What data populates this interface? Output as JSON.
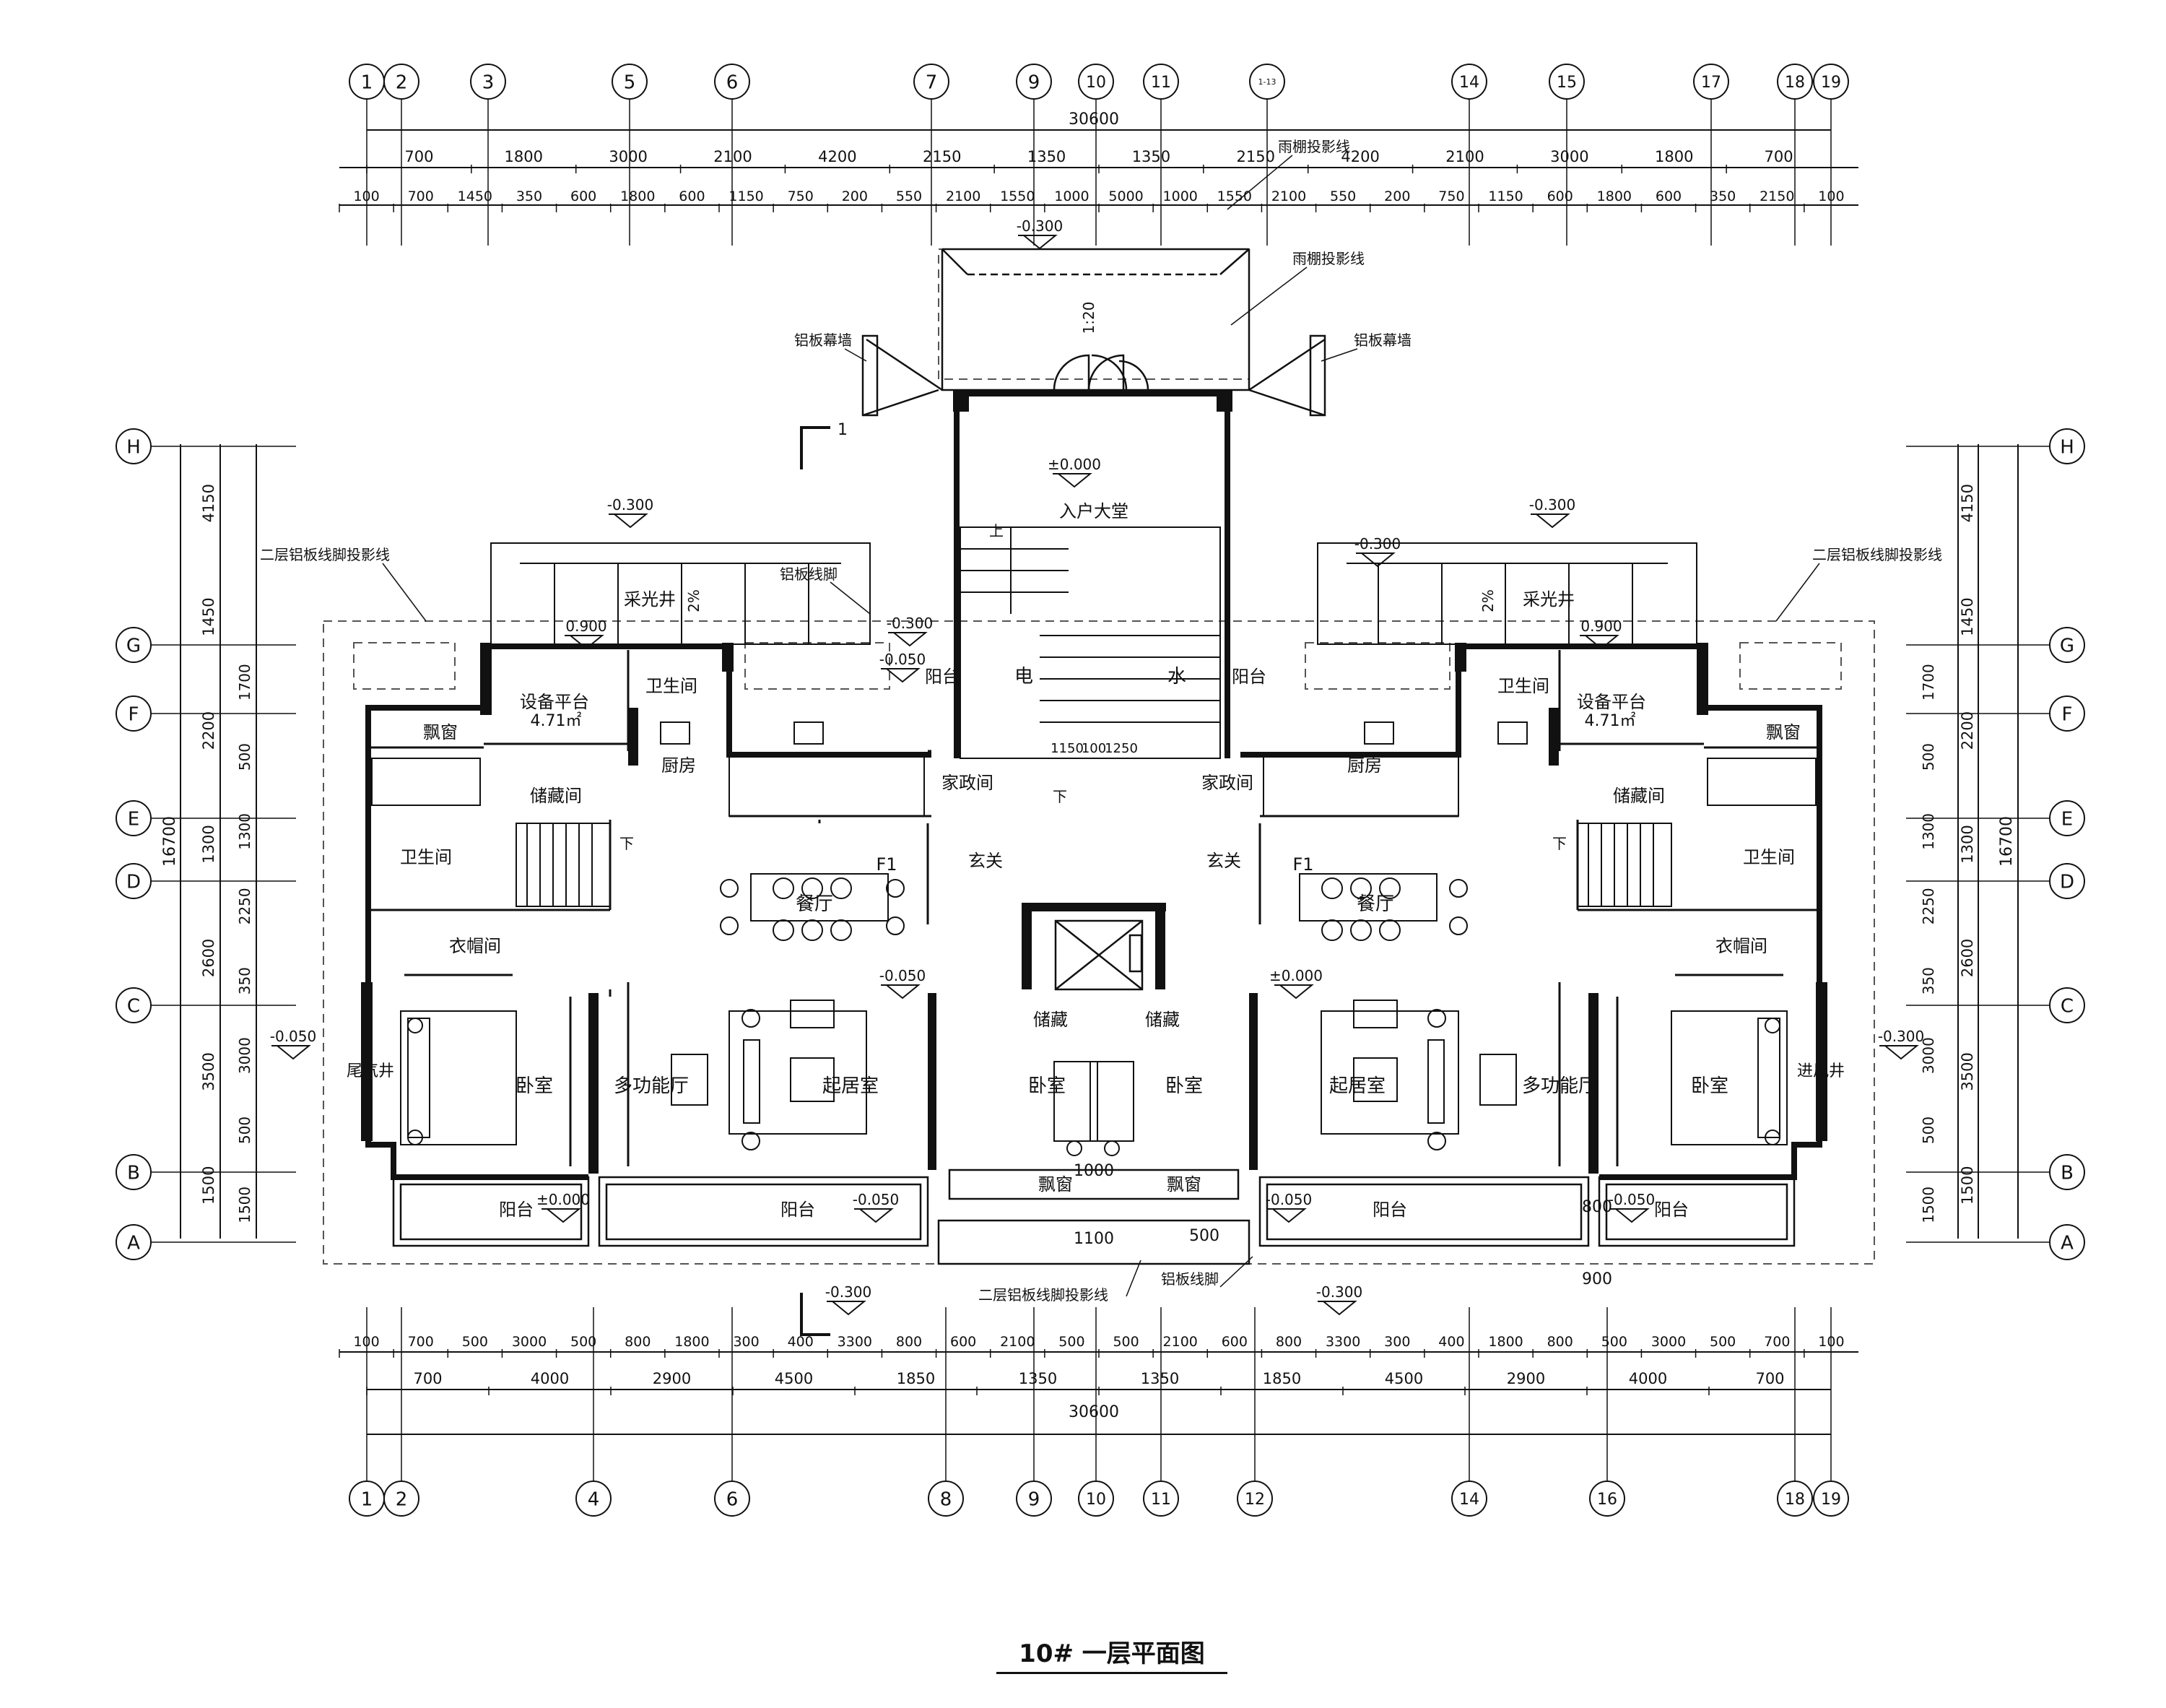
{
  "drawing_title": "10# 一层平面图",
  "top_axes": [
    "1",
    "2",
    "3",
    "5",
    "6",
    "7",
    "9",
    "10",
    "11",
    "1-13",
    "14",
    "15",
    "17",
    "18",
    "19"
  ],
  "bottom_axes": [
    "1",
    "2",
    "4",
    "6",
    "8",
    "9",
    "10",
    "11",
    "12",
    "14",
    "16",
    "18",
    "19"
  ],
  "row_axes": [
    "H",
    "G",
    "F",
    "E",
    "D",
    "C",
    "B",
    "A"
  ],
  "total_width": "30600",
  "total_depth": "16700",
  "top_dims_row1": [
    "700",
    "1800",
    "3000",
    "2100",
    "4200",
    "2150",
    "1350",
    "1350",
    "2150",
    "4200",
    "2100",
    "3000",
    "1800",
    "700"
  ],
  "top_dims_row2": [
    "100",
    "700",
    "1450",
    "350",
    "600",
    "1800",
    "600",
    "1150",
    "750",
    "200",
    "550",
    "2100",
    "1550",
    "1000",
    "5000",
    "1000",
    "1550",
    "2100",
    "550",
    "200",
    "750",
    "1150",
    "600",
    "1800",
    "600",
    "350",
    "2150",
    "100"
  ],
  "bottom_dims_row1": [
    "100",
    "700",
    "500",
    "3000",
    "500",
    "800",
    "1800",
    "300",
    "400",
    "3300",
    "800",
    "600",
    "2100",
    "500",
    "500",
    "2100",
    "600",
    "800",
    "3300",
    "300",
    "400",
    "1800",
    "800",
    "500",
    "3000",
    "500",
    "700",
    "100"
  ],
  "bottom_dims_row2": [
    "700",
    "4000",
    "2900",
    "4500",
    "1850",
    "1350",
    "1350",
    "1850",
    "4500",
    "2900",
    "4000",
    "700"
  ],
  "left_dims_outer": [
    "4150",
    "1450",
    "2200",
    "1300",
    "2600",
    "3500",
    "1500"
  ],
  "left_dims_inner": [
    "1700",
    "500",
    "1300",
    "2250",
    "350",
    "3000",
    "500",
    "1500"
  ],
  "rooms_left": [
    "设备平台",
    "4.71㎡",
    "卫生间",
    "飘窗",
    "储藏间",
    "卫生间",
    "厨房",
    "家政间",
    "衣帽间",
    "餐厅",
    "F1",
    "玄关",
    "卧室",
    "多功能厅",
    "起居室",
    "尾气井",
    "阳台",
    "阳台",
    "储藏",
    "卧室",
    "飘窗",
    "采光井"
  ],
  "rooms_right": [
    "设备平台",
    "4.71㎡",
    "卫生间",
    "飘窗",
    "储藏间",
    "卫生间",
    "厨房",
    "家政间",
    "衣帽间",
    "餐厅",
    "F1",
    "玄关",
    "卧室",
    "多功能厅",
    "起居室",
    "进风井",
    "阳台",
    "阳台",
    "储藏",
    "卧室",
    "飘窗",
    "采光井"
  ],
  "core_labels": [
    "入户大堂",
    "电",
    "水",
    "阳台",
    "阳台",
    "上",
    "下",
    "下",
    "下"
  ],
  "annotations": [
    "雨棚投影线",
    "雨棚投影线",
    "铝板幕墙",
    "铝板幕墙",
    "二层铝板线脚投影线",
    "二层铝板线脚投影线",
    "二层铝板线脚投影线",
    "铝板线脚",
    "铝板线脚",
    "1:20",
    "2%",
    "2%"
  ],
  "levels": [
    "-0.300",
    "±0.000",
    "-0.300",
    "-0.300",
    "-0.300",
    "0.900",
    "0.900",
    "-0.050",
    "-0.050",
    "±0.000",
    "±0.000",
    "-0.050",
    "-0.050",
    "-0.050",
    "-0.050",
    "-0.300",
    "-0.300",
    "-0.300",
    "-0.300"
  ],
  "misc_dims": [
    "1150",
    "100",
    "1250",
    "1000",
    "1100",
    "500",
    "800",
    "900",
    "1700",
    "500",
    "1300",
    "2250",
    "350",
    "3000",
    "500",
    "1500"
  ],
  "section_mark": "1"
}
